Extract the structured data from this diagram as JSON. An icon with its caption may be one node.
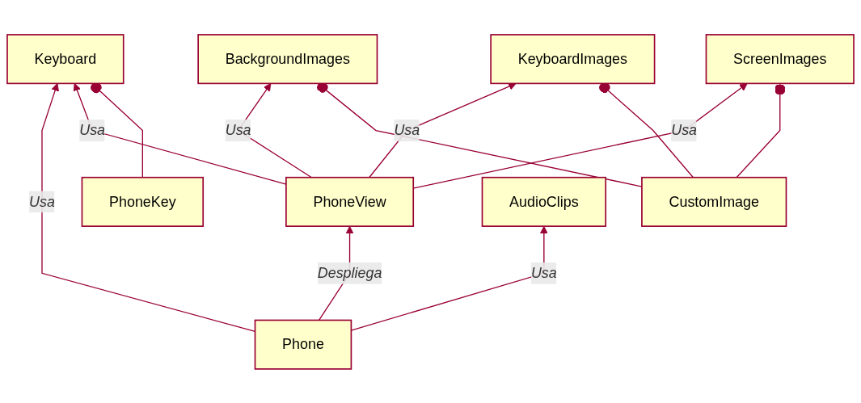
{
  "diagram": {
    "nodes": [
      {
        "text": [
          "PhoneKey"
        ]
      },
      {
        "text": [
          "CustomImage"
        ]
      },
      {
        "text": [
          "Keyboard"
        ]
      },
      {
        "text": [
          "BackgroundImages"
        ]
      },
      {
        "text": [
          "KeyboardImages"
        ]
      },
      {
        "text": [
          "ScreenImages"
        ]
      },
      {
        "text": [
          "PhoneView"
        ]
      },
      {
        "text": [
          "AudioClips"
        ]
      },
      {
        "text": [
          "Phone"
        ]
      }
    ],
    "edges": [
      {
        "from": 0,
        "to": 2,
        "arrow": "other"
      },
      {
        "from": 1,
        "to": 3,
        "arrow": "other"
      },
      {
        "from": 1,
        "to": 4,
        "arrow": "other"
      },
      {
        "from": 1,
        "to": 5,
        "arrow": "other"
      },
      {
        "from": 6,
        "to": 2,
        "arrow": "to",
        "label": "Usa"
      },
      {
        "from": 6,
        "to": 3,
        "arrow": "to",
        "label": "Usa"
      },
      {
        "from": 6,
        "to": 4,
        "arrow": "to",
        "label": "Usa"
      },
      {
        "from": 6,
        "to": 5,
        "arrow": "to",
        "label": "Usa"
      },
      {
        "from": 8,
        "to": 2,
        "arrow": "to",
        "label": "Usa"
      },
      {
        "from": 8,
        "to": 6,
        "arrow": "to",
        "label": "Despliega"
      },
      {
        "from": 8,
        "to": 7,
        "arrow": "to",
        "label": "Usa"
      }
    ]
  }
}
